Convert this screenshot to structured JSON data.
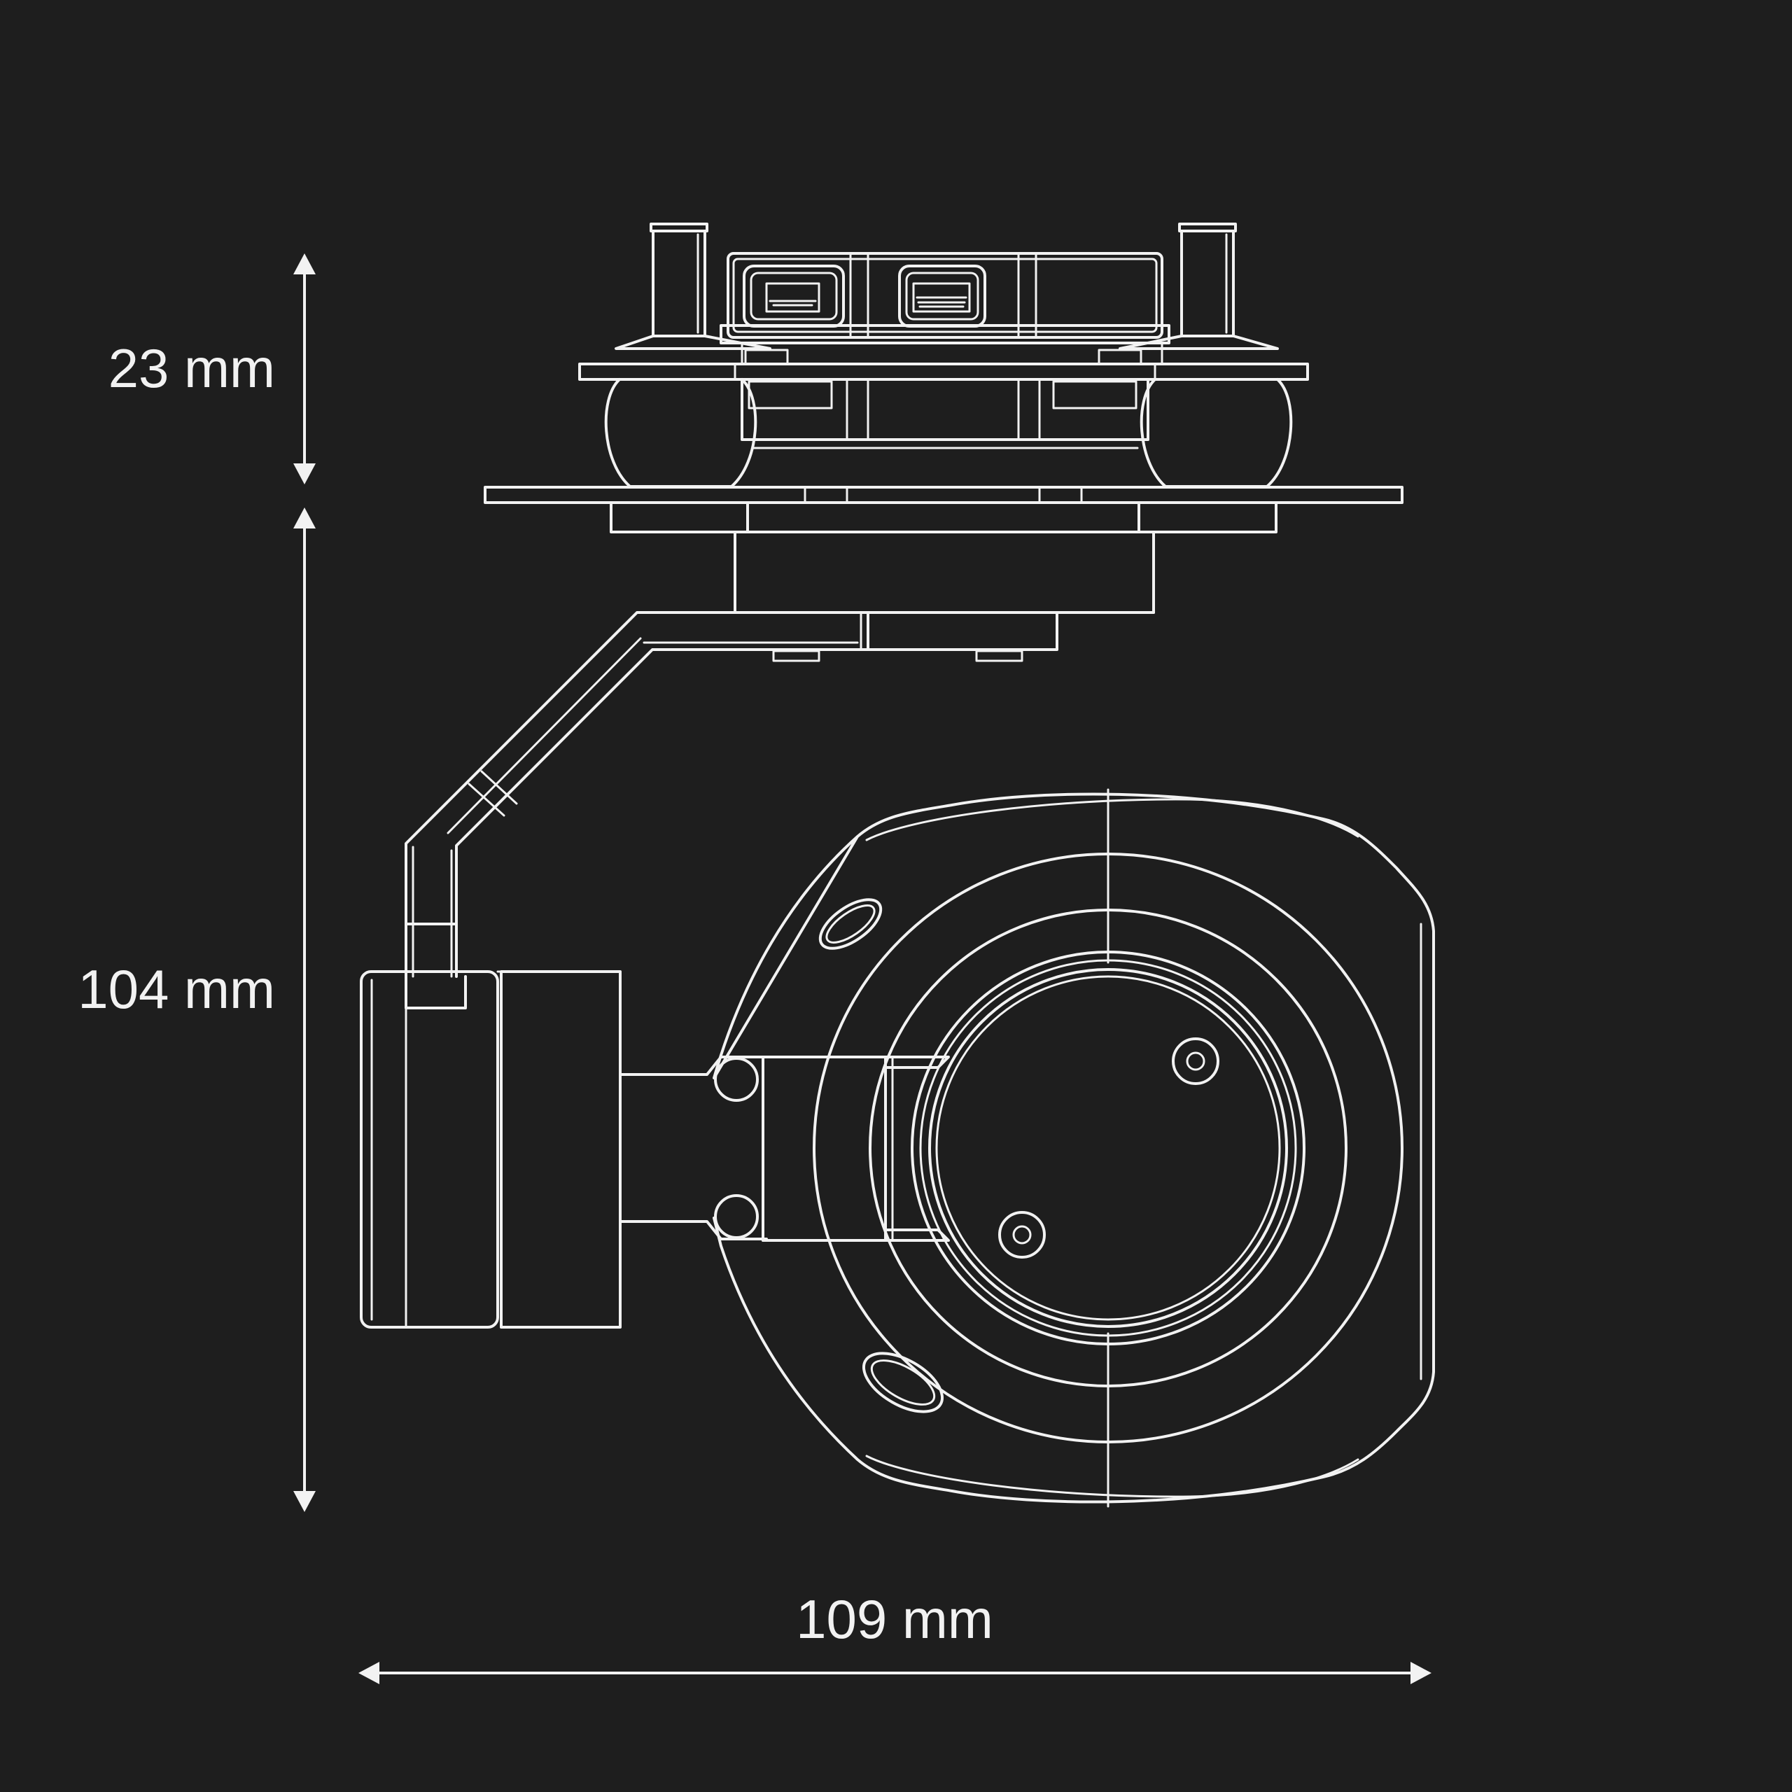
{
  "dimensions": {
    "top_height": "23 mm",
    "body_height": "104 mm",
    "width": "109 mm"
  },
  "colors": {
    "background": "#1e1e1e",
    "line": "#f2f2f2"
  }
}
